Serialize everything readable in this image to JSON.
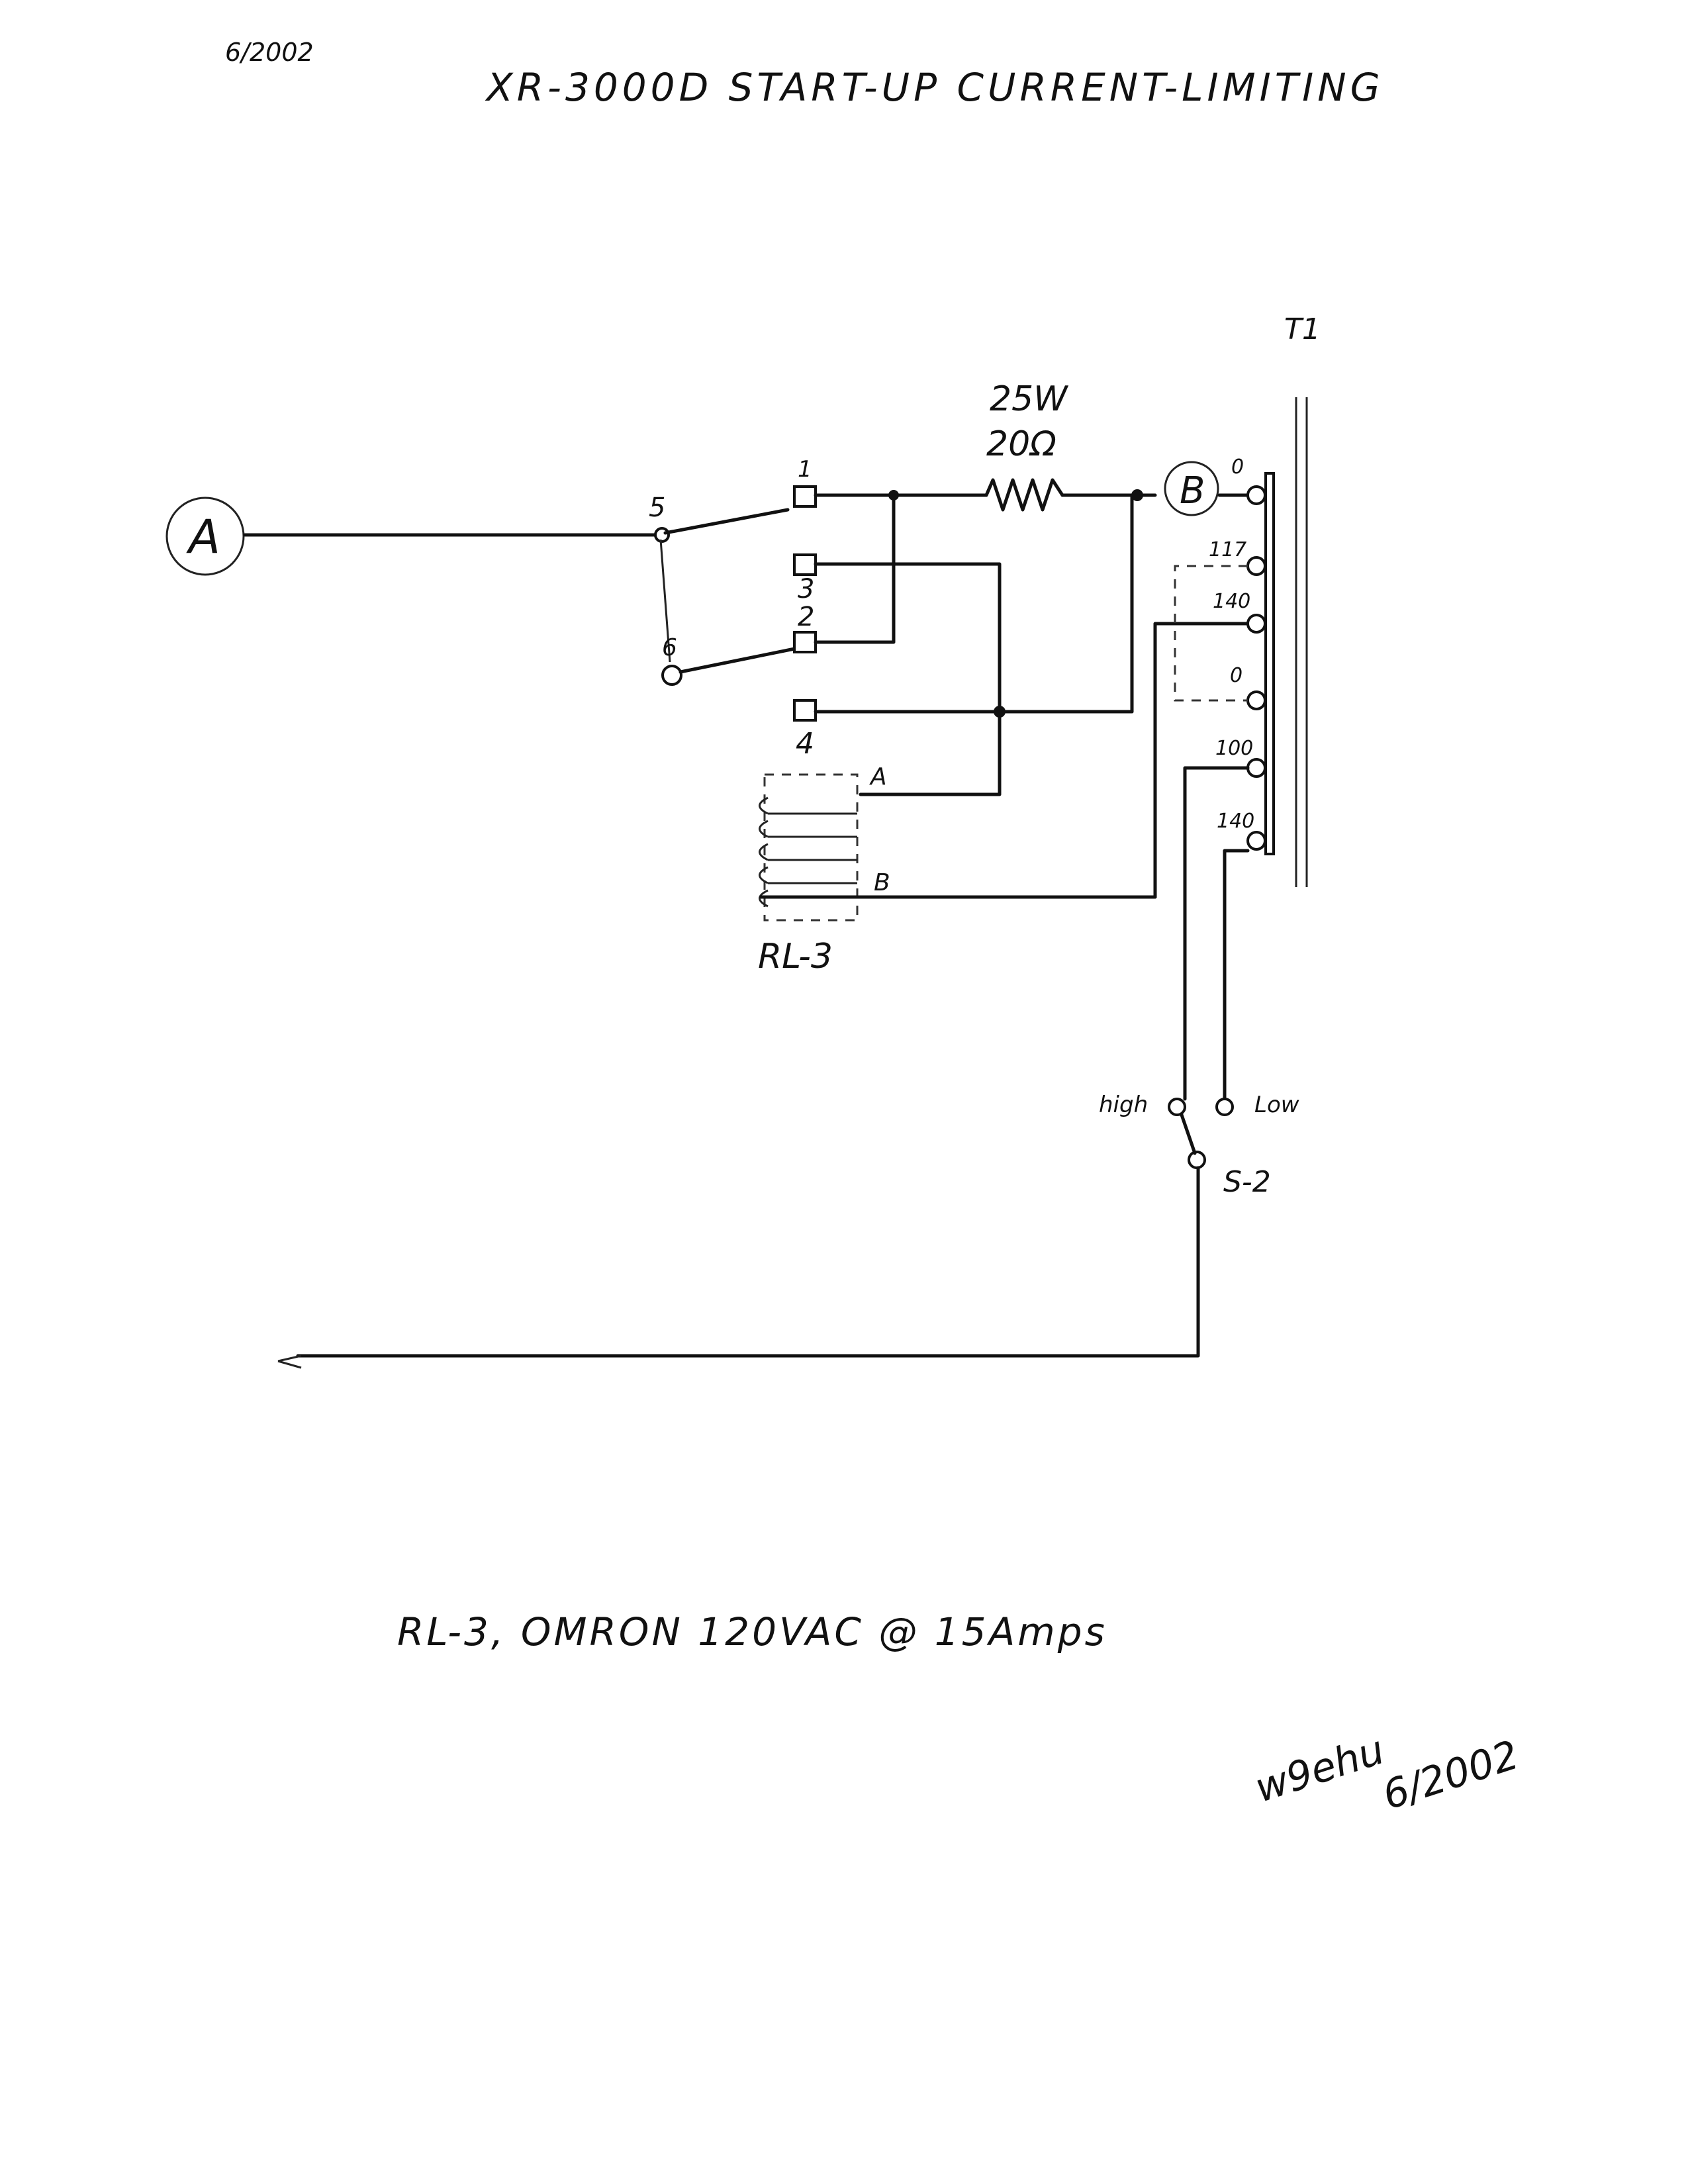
{
  "header": {
    "date": "6/2002",
    "title": "XR-3000D START-UP CURRENT-LIMITING"
  },
  "nodes": {
    "a": "A",
    "b": "B"
  },
  "resistor": {
    "wattage": "25W",
    "resistance": "20Ω"
  },
  "relay": {
    "name": "RL-3",
    "pins": [
      "1",
      "3",
      "2",
      "4",
      "5",
      "6"
    ],
    "coil_a": "A",
    "coil_b": "B"
  },
  "transformer": {
    "name": "T1",
    "taps": [
      "0",
      "117",
      "140",
      "0",
      "100",
      "140"
    ]
  },
  "switch": {
    "name": "S-2",
    "high": "high",
    "low": "Low"
  },
  "note": "RL-3, OMRON 120VAC @ 15Amps",
  "signature": {
    "callsign": "W9EHU",
    "date": "6/2002"
  },
  "colors": {
    "ink": "#111111",
    "paper": "#ffffff"
  }
}
